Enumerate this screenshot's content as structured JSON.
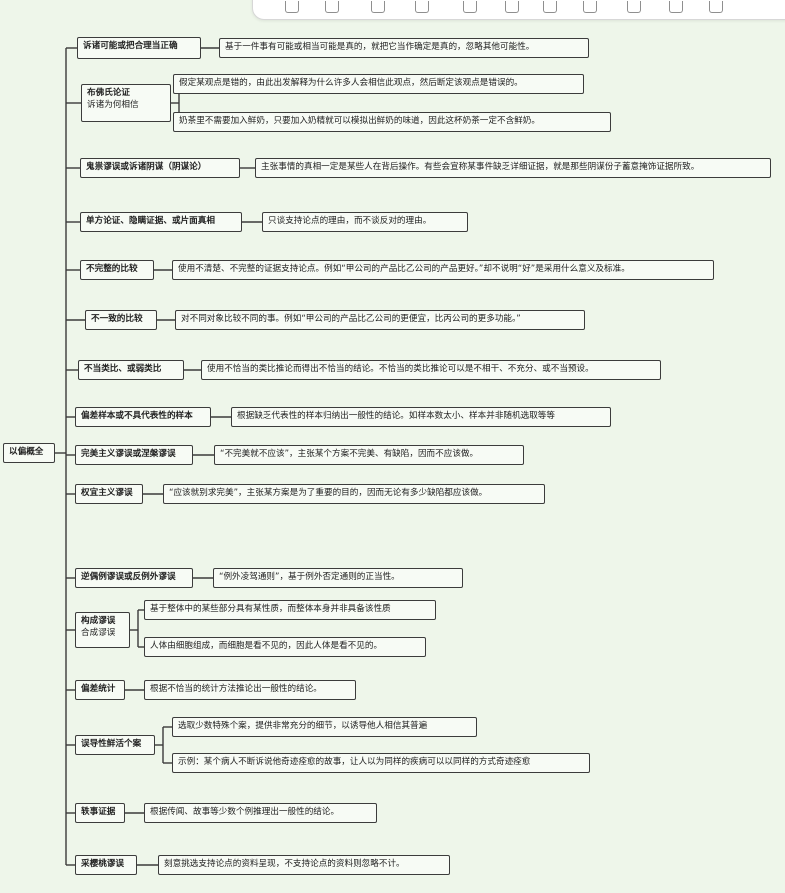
{
  "toolbar": {
    "icons": [
      "hand-icon",
      "select-icon",
      "doc-icon",
      "doc2-icon",
      "node-icon",
      "pin-icon",
      "brackets-icon",
      "emoji-icon",
      "copy-icon",
      "sound-icon",
      "arrow-icon"
    ]
  },
  "mindmap": {
    "root": {
      "label": "以偏概全"
    },
    "branches": [
      {
        "label": "诉诸可能或把合理当正确",
        "details": [
          "基于一件事有可能或相当可能是真的，就把它当作确定是真的，忽略其他可能性。"
        ]
      },
      {
        "label": "布佛氏论证",
        "sublabel": "诉诸为何相信",
        "details": [
          "假定某观点是错的，由此出发解释为什么许多人会相信此观点，然后断定该观点是错误的。",
          "奶茶里不需要加入鲜奶，只要加入奶精就可以模拟出鲜奶的味道，因此这杯奶茶一定不含鲜奶。"
        ]
      },
      {
        "label": "鬼祟谬误或诉诸阴谋（阴谋论）",
        "details": [
          "主张事情的真相一定是某些人在背后操作。有些会宣称某事件缺乏详细证据，就是那些阴谋份子蓄意掩饰证据所致。"
        ]
      },
      {
        "label": "单方论证、隐瞒证据、或片面真相",
        "details": [
          "只谈支持论点的理由，而不谈反对的理由。"
        ]
      },
      {
        "label": "不完整的比较",
        "details": [
          "使用不清楚、不完整的证据支持论点。例如“甲公司的产品比乙公司的产品更好。”却不说明“好”是采用什么意义及标准。"
        ]
      },
      {
        "label": "不一致的比较",
        "details": [
          "对不同对象比较不同的事。例如“甲公司的产品比乙公司的更便宜，比丙公司的更多功能。”"
        ]
      },
      {
        "label": "不当类比、或弱类比",
        "details": [
          "使用不恰当的类比推论而得出不恰当的结论。不恰当的类比推论可以是不相干、不充分、或不当预设。"
        ]
      },
      {
        "label": "偏差样本或不具代表性的样本",
        "details": [
          "根据缺乏代表性的样本归纳出一般性的结论。如样本数太小、样本并非随机选取等等"
        ]
      },
      {
        "label": "完美主义谬误或涅槃谬误",
        "details": [
          "“不完美就不应该”，主张某个方案不完美、有缺陷，因而不应该做。"
        ]
      },
      {
        "label": "权宜主义谬误",
        "details": [
          "“应该就别求完美”，主张某方案是为了重要的目的，因而无论有多少缺陷都应该做。"
        ]
      },
      {
        "label": "逆偶例谬误或反例外谬误",
        "details": [
          "“例外凌驾通则”，基于例外否定通则的正当性。"
        ]
      },
      {
        "label": "构成谬误",
        "sublabel": "合成谬误",
        "details": [
          "基于整体中的某些部分具有某性质，而整体本身并非具备该性质",
          "人体由细胞组成，而细胞是看不见的，因此人体是看不见的。"
        ]
      },
      {
        "label": "偏差统计",
        "details": [
          "根据不恰当的统计方法推论出一般性的结论。"
        ]
      },
      {
        "label": "误导性鲜活个案",
        "details": [
          "选取少数特殊个案，提供非常充分的细节，以诱导他人相信其普遍",
          "示例：某个病人不断诉说他奇迹痊愈的故事，让人以为同样的疾病可以以同样的方式奇迹痊愈"
        ]
      },
      {
        "label": "轶事证据",
        "details": [
          "根据传闻、故事等少数个例推理出一般性的结论。"
        ]
      },
      {
        "label": "采樱桃谬误",
        "details": [
          "刻意挑选支持论点的资料呈现，不支持论点的资料则忽略不计。"
        ]
      }
    ]
  }
}
